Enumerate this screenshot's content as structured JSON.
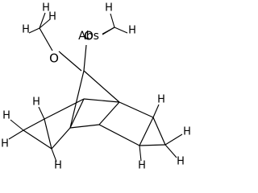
{
  "structure": {
    "stereo_tag": "Abs",
    "atoms": {
      "o1": "O",
      "o2": "O",
      "h": "H"
    }
  },
  "colors": {
    "line": "#000000",
    "background": "#ffffff"
  }
}
